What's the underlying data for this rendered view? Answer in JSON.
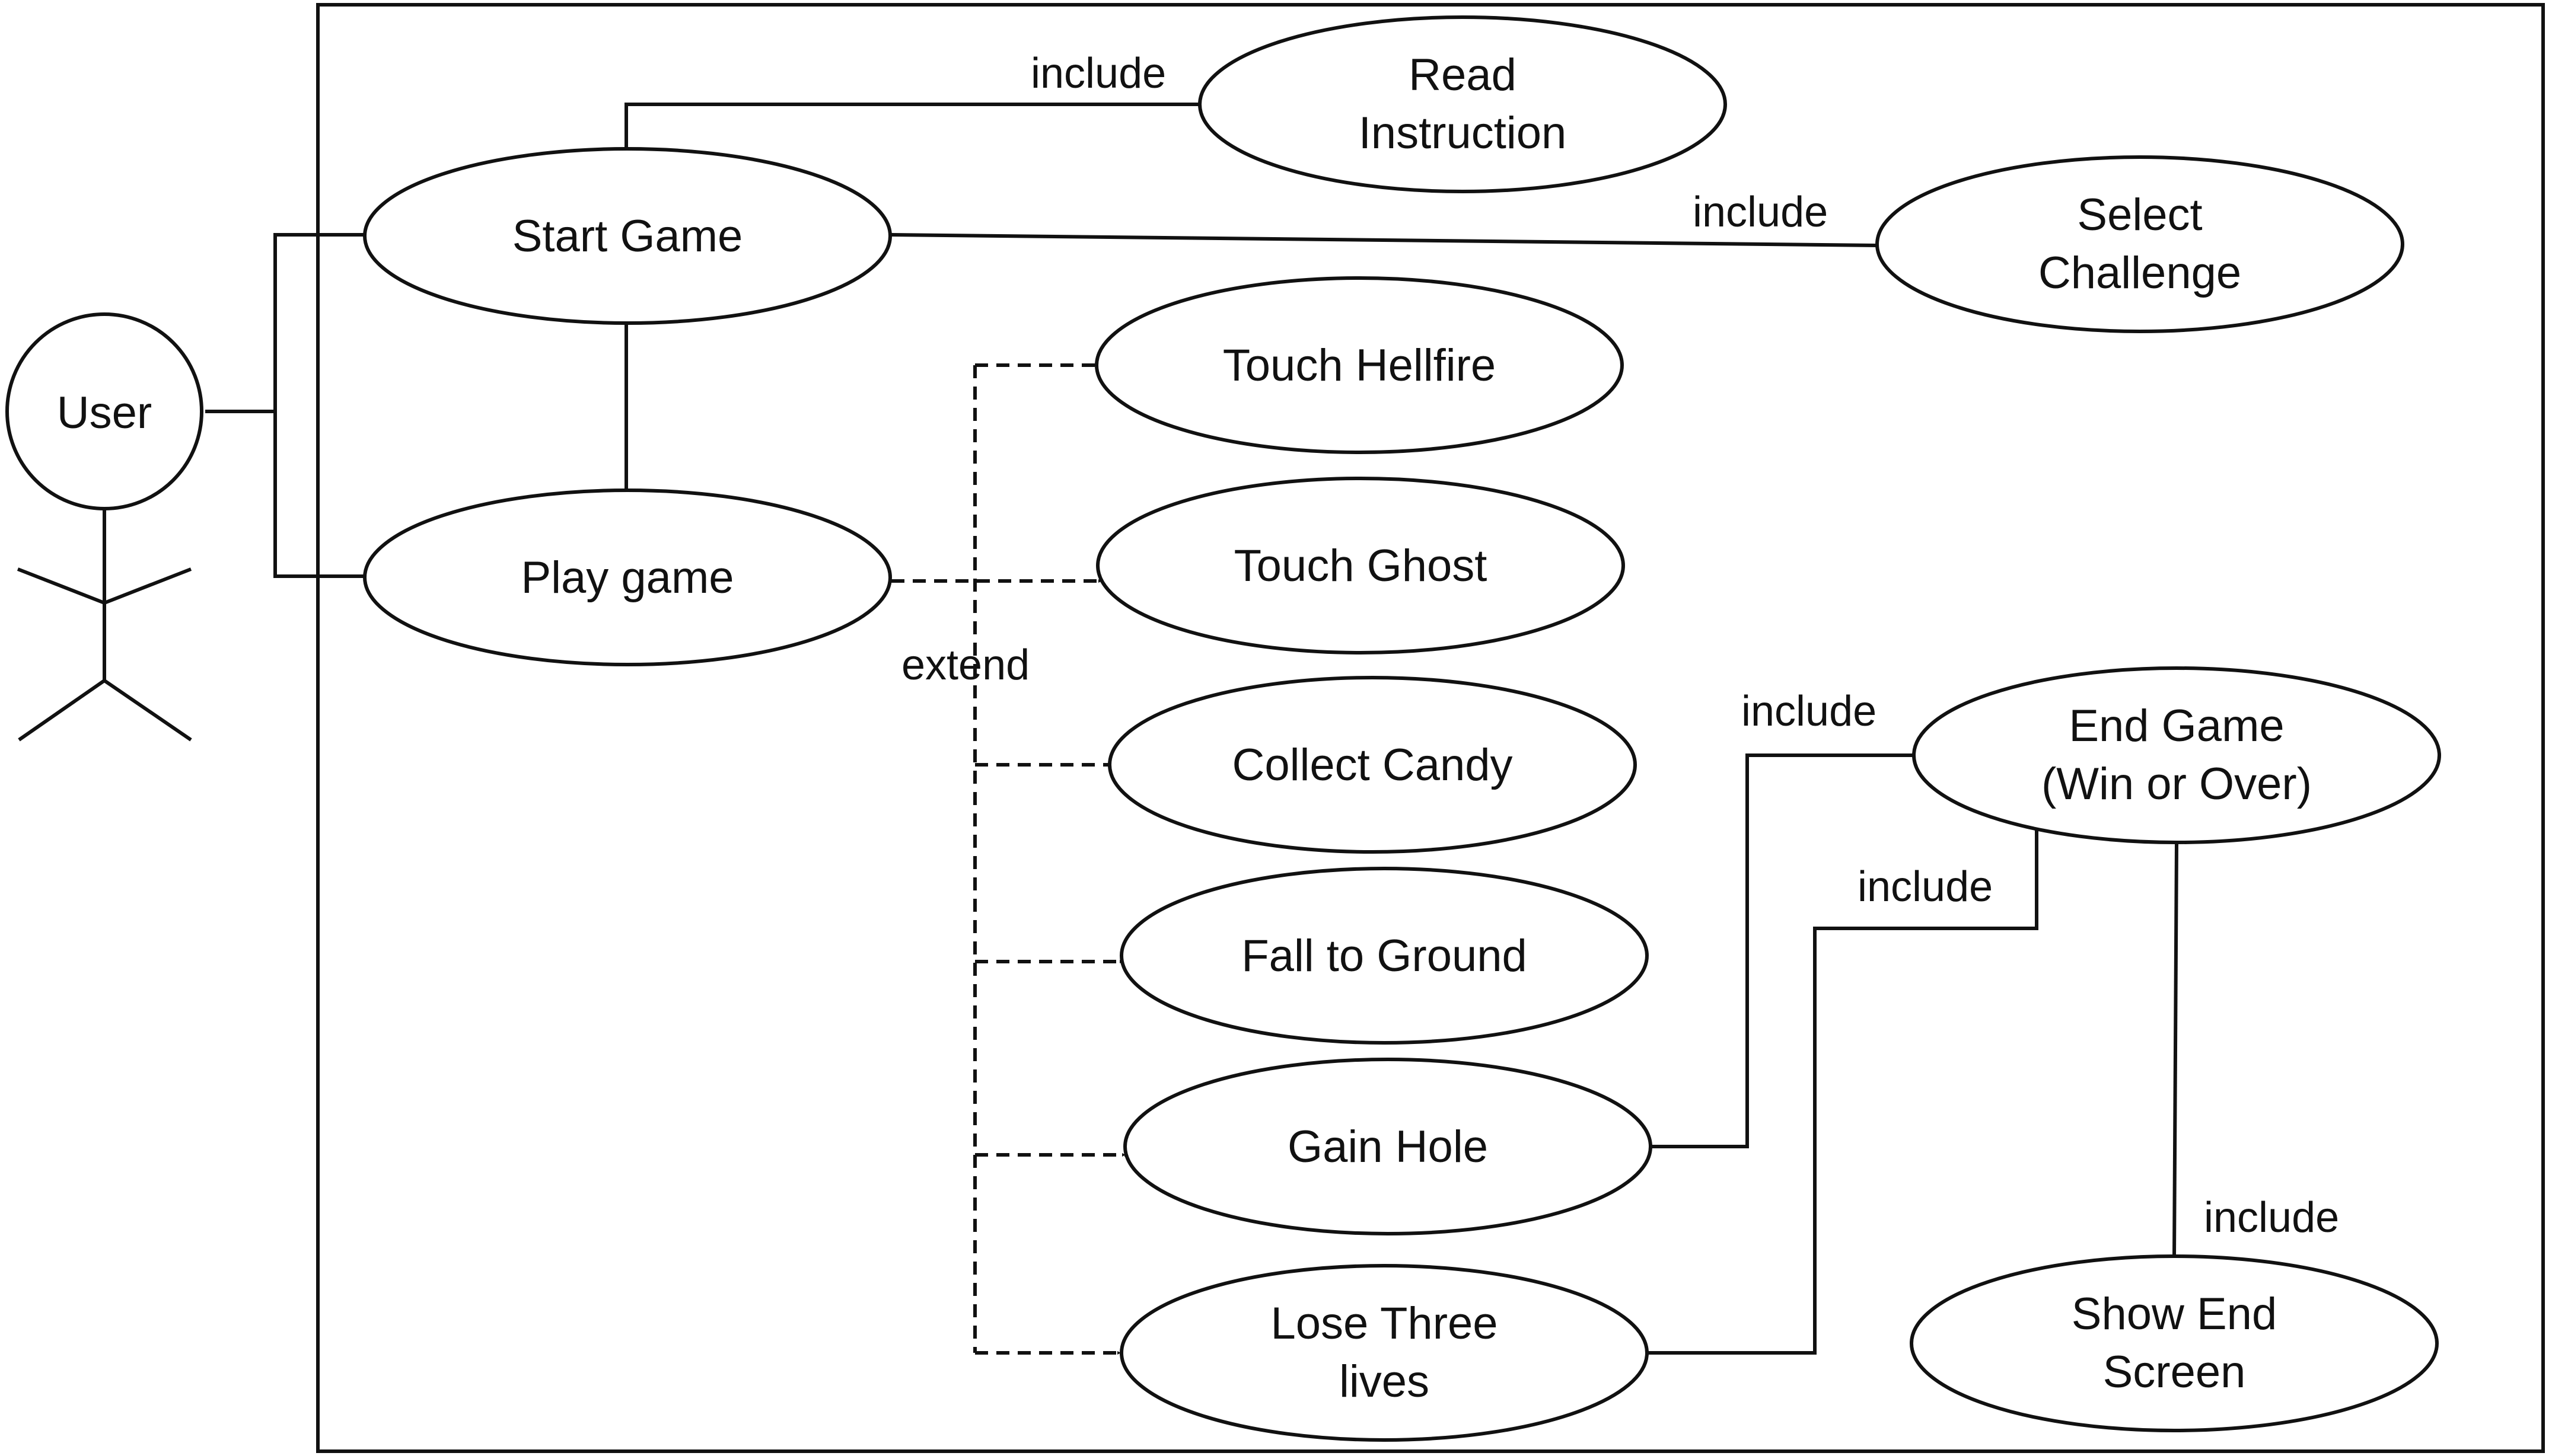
{
  "actor": {
    "label": "User"
  },
  "use_cases": {
    "start_game": [
      "Start Game"
    ],
    "read_instruction": [
      "Read",
      "Instruction"
    ],
    "select_challenge": [
      "Select",
      "Challenge"
    ],
    "play_game": [
      "Play game"
    ],
    "touch_hellfire": [
      "Touch Hellfire"
    ],
    "touch_ghost": [
      "Touch Ghost"
    ],
    "collect_candy": [
      "Collect Candy"
    ],
    "fall_to_ground": [
      "Fall to Ground"
    ],
    "gain_hole": [
      "Gain Hole"
    ],
    "lose_three_lives": [
      "Lose Three",
      "lives"
    ],
    "end_game": [
      "End Game",
      "(Win or Over)"
    ],
    "show_end_screen": [
      "Show End",
      "Screen"
    ]
  },
  "relationships": {
    "include_read_instruction": "include",
    "include_select_challenge": "include",
    "extend": "extend",
    "include_gain_hole": "include",
    "include_lose_lives": "include",
    "include_show_end_screen": "include"
  }
}
